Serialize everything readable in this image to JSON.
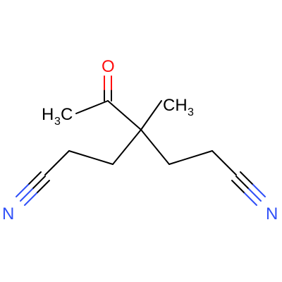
{
  "molecule": {
    "colors": {
      "bond": "#000000",
      "carbon_label": "#000000",
      "oxygen": "#ff0d0d",
      "nitrogen": "#3050f8",
      "background": "#ffffff"
    },
    "atoms": {
      "oxygen": {
        "symbol": "O"
      },
      "methyl_left": {
        "symbol": "H",
        "subscript": "3",
        "tail": "C"
      },
      "methyl_right": {
        "symbol": "CH",
        "subscript": "3"
      },
      "nitrogen_left": {
        "symbol": "N"
      },
      "nitrogen_right": {
        "symbol": "N"
      }
    }
  }
}
